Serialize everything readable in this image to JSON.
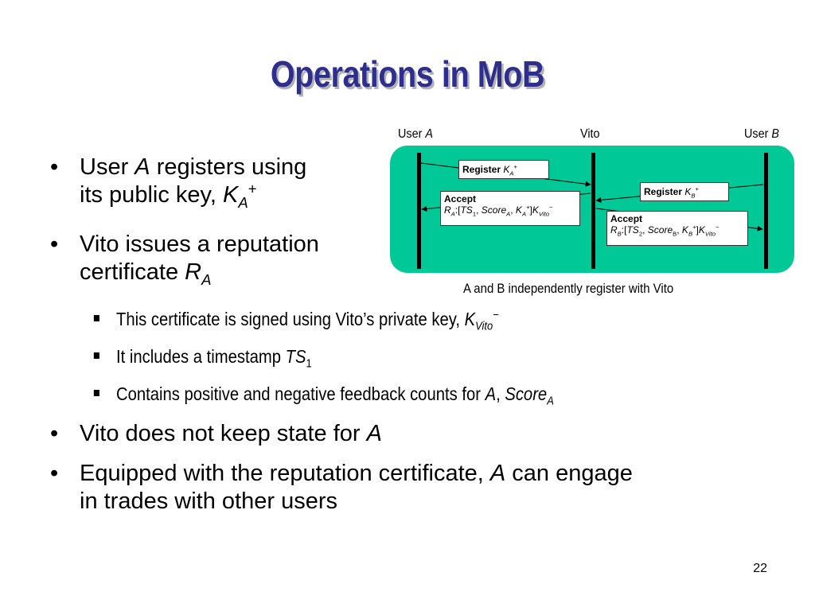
{
  "slide": {
    "title": "Operations in MoB",
    "number": "22"
  },
  "diagram": {
    "user_a_label": "User ",
    "user_a_var": "A",
    "vito_label": "Vito",
    "user_b_label": "User ",
    "user_b_var": "B",
    "caption": "A and B independently register with Vito",
    "register_a": "Register ",
    "accept_a": "Accept",
    "register_b": "Register ",
    "accept_b": "Accept"
  },
  "bullets": {
    "b1_pre": "User ",
    "b1_var": "A",
    "b1_post": " registers using",
    "b1_line2": "its public key, ",
    "b2_line1": "Vito issues a reputation",
    "b2_line2": "certificate ",
    "s1": "This certificate is signed using Vito’s private key, ",
    "s2": "It includes a timestamp ",
    "s3": "Contains positive and negative feedback counts for ",
    "b3": "Vito does not keep state for ",
    "b4_pre": "Equipped with the reputation certificate, ",
    "b4_post": " can engage",
    "b4_line2": "in trades with other users"
  },
  "colors": {
    "title": "#2e2e8f",
    "panel": "#00c896"
  }
}
